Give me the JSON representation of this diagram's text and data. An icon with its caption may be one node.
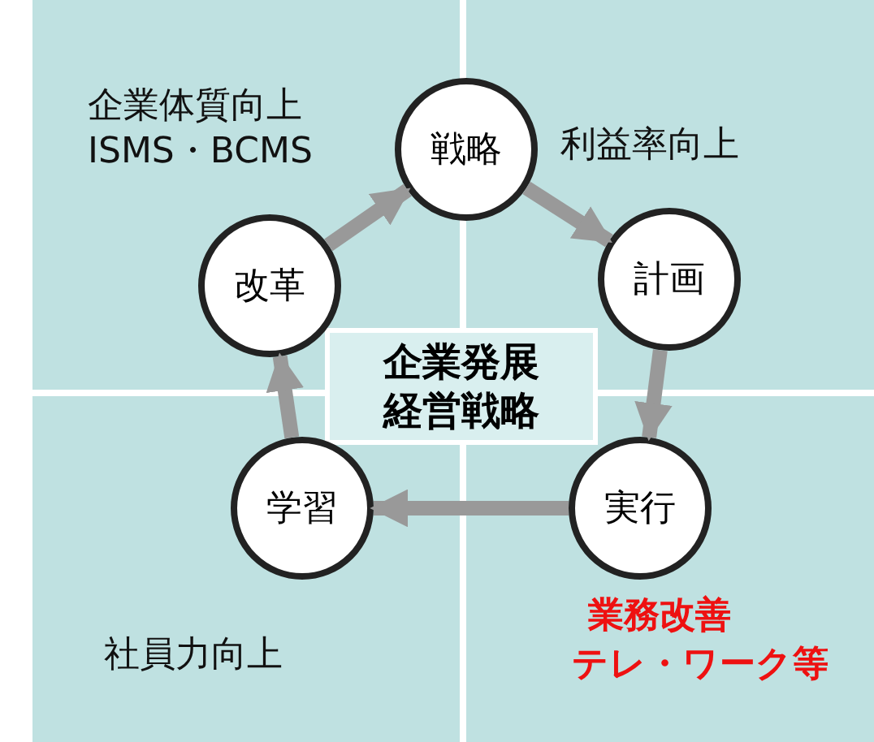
{
  "diagram": {
    "nodes": [
      {
        "text": [
          "企業発展経営戦略"
        ]
      },
      {
        "text": [
          "戦略"
        ]
      },
      {
        "text": [
          "計画"
        ]
      },
      {
        "text": [
          "実行"
        ]
      },
      {
        "text": [
          "学習"
        ]
      },
      {
        "text": [
          "改革"
        ]
      }
    ],
    "edges": [
      {
        "from": 1,
        "to": 2,
        "arrow": "to"
      },
      {
        "from": 2,
        "to": 3,
        "arrow": "to"
      },
      {
        "from": 3,
        "to": 4,
        "arrow": "to"
      },
      {
        "from": 4,
        "to": 5,
        "arrow": "to"
      },
      {
        "from": 5,
        "to": 1,
        "arrow": "to"
      }
    ],
    "labels": [
      "企業体質向上",
      "ISMS・BCMS",
      "利益率向上",
      "社員力向上",
      "業務改善",
      "テレ・ワーク等"
    ]
  }
}
